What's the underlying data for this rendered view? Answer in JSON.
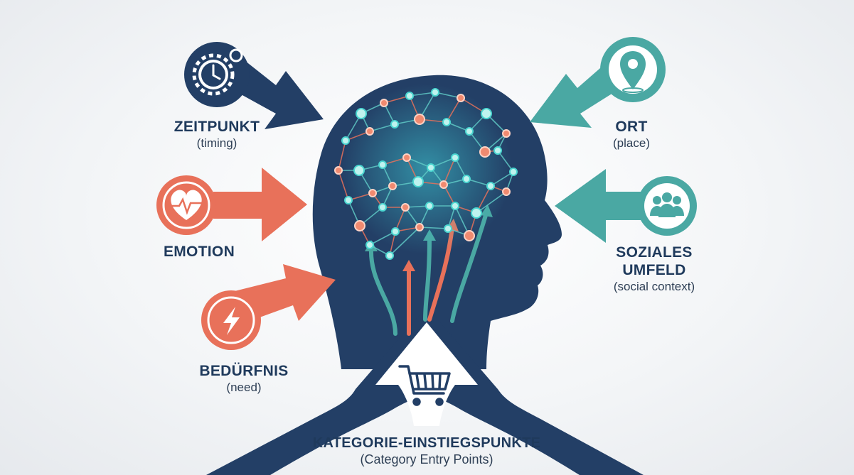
{
  "colors": {
    "navy": "#22406a",
    "coral": "#e8715a",
    "teal": "#4aa8a3"
  },
  "factors": {
    "zeitpunkt": {
      "title": "ZEITPUNKT",
      "subtitle": "(timing)",
      "icon": "clock-gear-icon"
    },
    "emotion": {
      "title": "EMOTION",
      "subtitle": "",
      "icon": "heart-pulse-icon"
    },
    "beduerfnis": {
      "title": "BEDÜRFNIS",
      "subtitle": "(need)",
      "icon": "lightning-icon"
    },
    "ort": {
      "title": "ORT",
      "subtitle": "(place)",
      "icon": "location-pin-icon"
    },
    "soziales": {
      "title_line1": "SOZIALES",
      "title_line2": "UMFELD",
      "subtitle": "(social context)",
      "icon": "people-group-icon"
    }
  },
  "center": {
    "title": "KATEGORIE-EINSTIEGSPUNKTE",
    "subtitle": "(Category Entry Points)",
    "icon": "shopping-cart-icon"
  }
}
